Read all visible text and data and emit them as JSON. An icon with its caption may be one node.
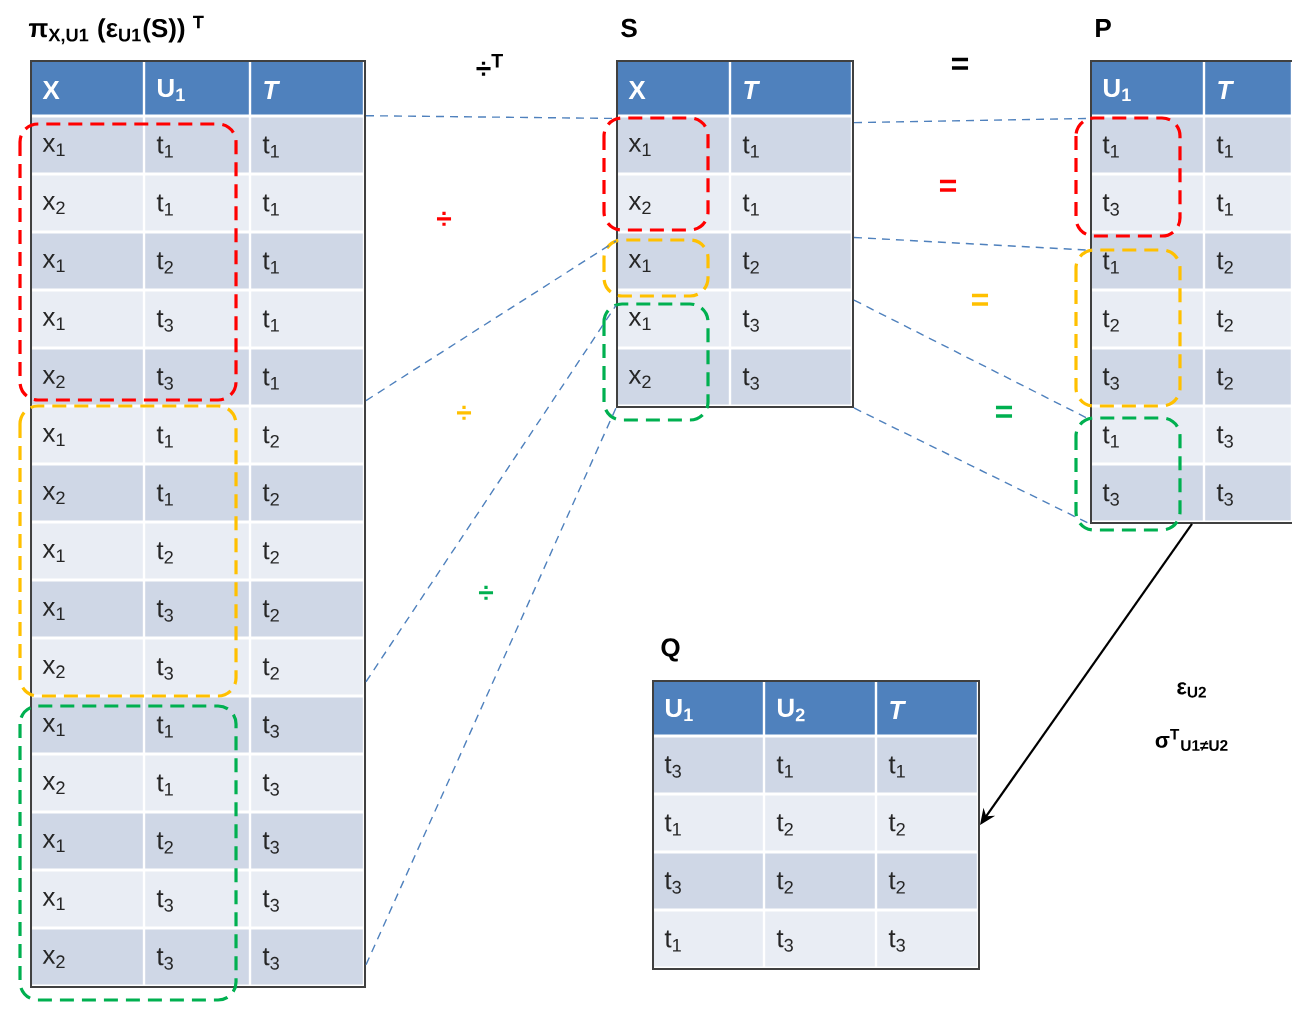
{
  "diagram": {
    "nodes": [
      {
        "text": [
          "π$_{X,U1}$ (ε$_{U1}$(S)) $^{T}$",
          "X",
          "U$_{1}$",
          "T",
          "x$_{1}$",
          "t$_{1}$",
          "t$_{1}$",
          "x$_{2}$",
          "t$_{1}$",
          "t$_{1}$",
          "x$_{1}$",
          "t$_{2}$",
          "t$_{1}$",
          "x$_{1}$",
          "t$_{3}$",
          "t$_{1}$",
          "x$_{2}$",
          "t$_{3}$",
          "t$_{1}$",
          "x$_{1}$",
          "t$_{1}$",
          "t$_{2}$",
          "x$_{2}$",
          "t$_{1}$",
          "t$_{2}$",
          "x$_{1}$",
          "t$_{2}$",
          "t$_{2}$",
          "x$_{1}$",
          "t$_{3}$",
          "t$_{2}$",
          "x$_{2}$",
          "t$_{3}$",
          "t$_{2}$",
          "x$_{1}$",
          "t$_{1}$",
          "t$_{3}$",
          "x$_{2}$",
          "t$_{1}$",
          "t$_{3}$",
          "x$_{1}$",
          "t$_{2}$",
          "t$_{3}$",
          "x$_{1}$",
          "t$_{3}$",
          "t$_{3}$",
          "x$_{2}$",
          "t$_{3}$",
          "t$_{3}$"
        ]
      },
      {
        "text": [
          "S",
          "X",
          "T",
          "x$_{1}$",
          "t$_{1}$",
          "x$_{2}$",
          "t$_{1}$",
          "x$_{1}$",
          "t$_{2}$",
          "x$_{1}$",
          "t$_{3}$",
          "x$_{2}$",
          "t$_{3}$"
        ]
      },
      {
        "text": [
          "P",
          "U$_{1}$",
          "T",
          "t$_{1}$",
          "t$_{1}$",
          "t$_{3}$",
          "t$_{1}$",
          "t$_{1}$",
          "t$_{2}$",
          "t$_{2}$",
          "t$_{2}$",
          "t$_{3}$",
          "t$_{2}$",
          "t$_{1}$",
          "t$_{3}$",
          "t$_{3}$",
          "t$_{3}$"
        ]
      },
      {
        "text": [
          "Q",
          "U$_{1}$",
          "U$_{2}$",
          "T",
          "t$_{3}$",
          "t$_{1}$",
          "t$_{1}$",
          "t$_{1}$",
          "t$_{2}$",
          "t$_{2}$",
          "t$_{3}$",
          "t$_{2}$",
          "t$_{2}$",
          "t$_{1}$",
          "t$_{3}$",
          "t$_{3}$"
        ]
      }
    ],
    "edges": [
      {
        "from": 0,
        "to": 1,
        "arrow": "none",
        "style": "dashed",
        "color": "#4f81bd"
      },
      {
        "from": 0,
        "to": 1,
        "arrow": "none",
        "style": "dashed",
        "color": "#4f81bd"
      },
      {
        "from": 0,
        "to": 1,
        "arrow": "none",
        "style": "dashed",
        "color": "#4f81bd"
      },
      {
        "from": 0,
        "to": 1,
        "arrow": "none",
        "style": "dashed",
        "color": "#4f81bd"
      },
      {
        "from": 1,
        "to": 2,
        "arrow": "none",
        "style": "dashed",
        "color": "#4f81bd"
      },
      {
        "from": 1,
        "to": 2,
        "arrow": "none",
        "style": "dashed",
        "color": "#4f81bd"
      },
      {
        "from": 1,
        "to": 2,
        "arrow": "none",
        "style": "dashed",
        "color": "#4f81bd"
      },
      {
        "from": 1,
        "to": 2,
        "arrow": "none",
        "style": "dashed",
        "color": "#4f81bd"
      },
      {
        "from": 2,
        "to": 3,
        "arrow": "to",
        "label": "ε$_{U2}$",
        "color": "#000000"
      }
    ],
    "labels": [
      "÷$^{T}$",
      "÷",
      "÷",
      "÷",
      "=",
      "=",
      "=",
      "=",
      "σ$^{T}$$_{U1≠U2}$"
    ]
  }
}
